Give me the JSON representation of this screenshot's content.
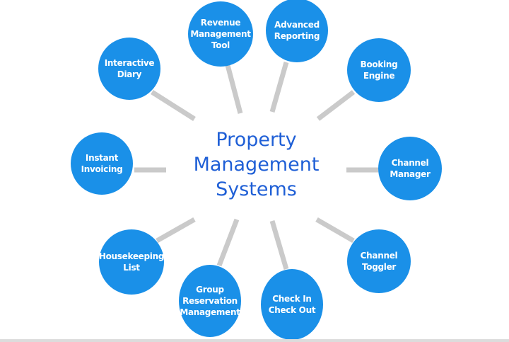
{
  "center": {
    "line1": "Property",
    "line2": "Management",
    "line3": "Systems"
  },
  "nodes": [
    {
      "line1": "Revenue",
      "line2": "Management",
      "line3": "Tool"
    },
    {
      "line1": "Advanced",
      "line2": "Reporting"
    },
    {
      "line1": "Interactive",
      "line2": "Diary"
    },
    {
      "line1": "Booking",
      "line2": "Engine"
    },
    {
      "line1": "Instant",
      "line2": "Invoicing"
    },
    {
      "line1": "Channel",
      "line2": "Manager"
    },
    {
      "line1": "Housekeeping",
      "line2": "List"
    },
    {
      "line1": "Channel",
      "line2": "Toggler"
    },
    {
      "line1": "Group",
      "line2": "Reservation",
      "line3": "Management"
    },
    {
      "line1": "Check In",
      "line2": "Check Out"
    }
  ],
  "colors": {
    "node": "#1a90e8",
    "title": "#1f5fd6",
    "connector": "#cacaca"
  }
}
